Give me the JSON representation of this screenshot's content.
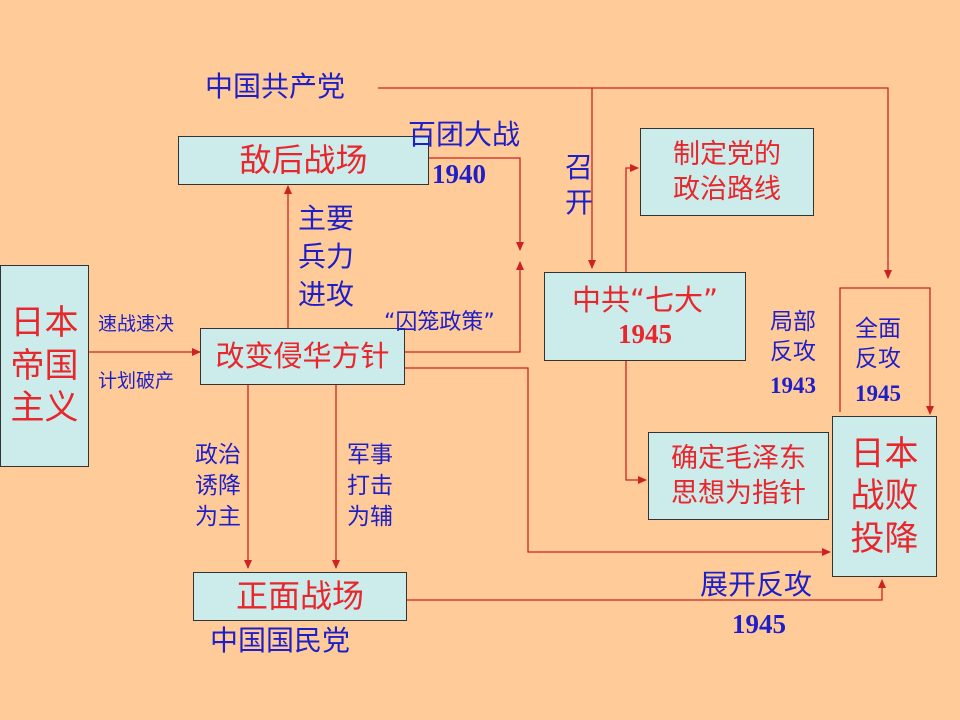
{
  "colors": {
    "background": "#FFCC99",
    "box_fill": "#CCECEC",
    "arrow": "#CC2222",
    "blue_text": "#1F1FC8",
    "red_text": "#E8262B"
  },
  "nodes": {
    "japan_imperialism": "日本\n帝国\n主义",
    "change_policy": "改变侵华方针",
    "enemy_rear": "敌后战场",
    "front_battlefield": "正面战场",
    "ccp_congress": {
      "title": "中共“七大”",
      "year": "1945"
    },
    "political_line": "制定党的\n政治路线",
    "mao_thought": "确定毛泽东\n思想为指针",
    "japan_surrender": "日本\n战败\n投降"
  },
  "labels": {
    "ccp": "中国共产党",
    "kmt": "中国国民党",
    "hundred_regiments": "百团大战",
    "hundred_regiments_year": "1940",
    "main_force": "主要\n兵力\n进攻",
    "quick_war": "速战速决",
    "plan_failed": "计划破产",
    "cage_policy": "“囚笼政策”",
    "political_inducement": "政治\n诱降\n为主",
    "military_strike": "军事\n打击\n为辅",
    "convene": "召\n开",
    "local_counter": "局部\n反攻",
    "local_counter_year": "1943",
    "full_counter": "全面\n反攻",
    "full_counter_year": "1945",
    "launch_counter": "展开反攻",
    "launch_counter_year": "1945"
  }
}
